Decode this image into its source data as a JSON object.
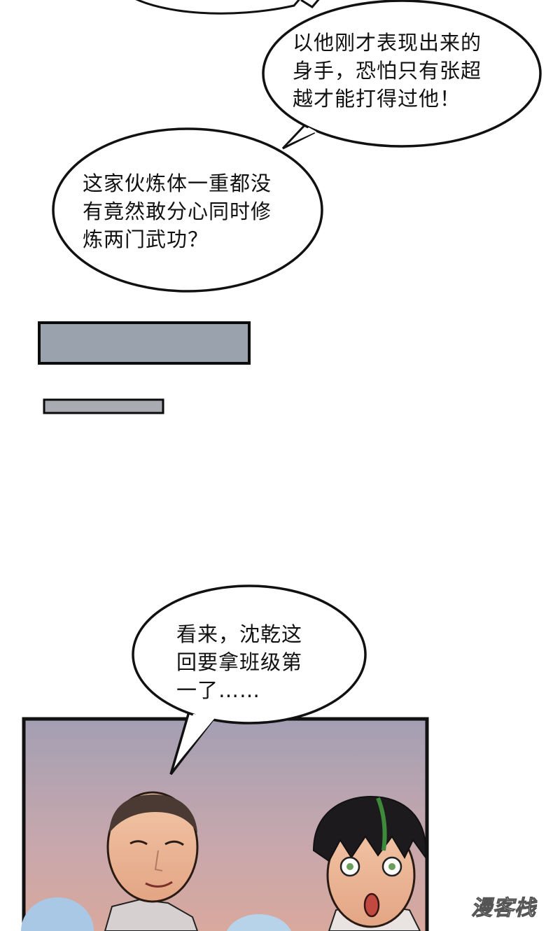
{
  "bubbles": [
    {
      "text": "以他刚才表现出来的\n身手，恐怕只有张超\n越才能打得过他！"
    },
    {
      "text": "这家伙炼体一重都没\n有竟然敢分心同时修\n炼两门武功？"
    },
    {
      "text": "看来，沈乾这\n回要拿班级第\n一了……"
    }
  ],
  "colors": {
    "panel_bar": "#9aa2ad",
    "small_bar": "#a9abb3",
    "sky_top": "#a49fb1",
    "sky_bottom": "#d9a79c"
  },
  "watermark": "漫客栈"
}
